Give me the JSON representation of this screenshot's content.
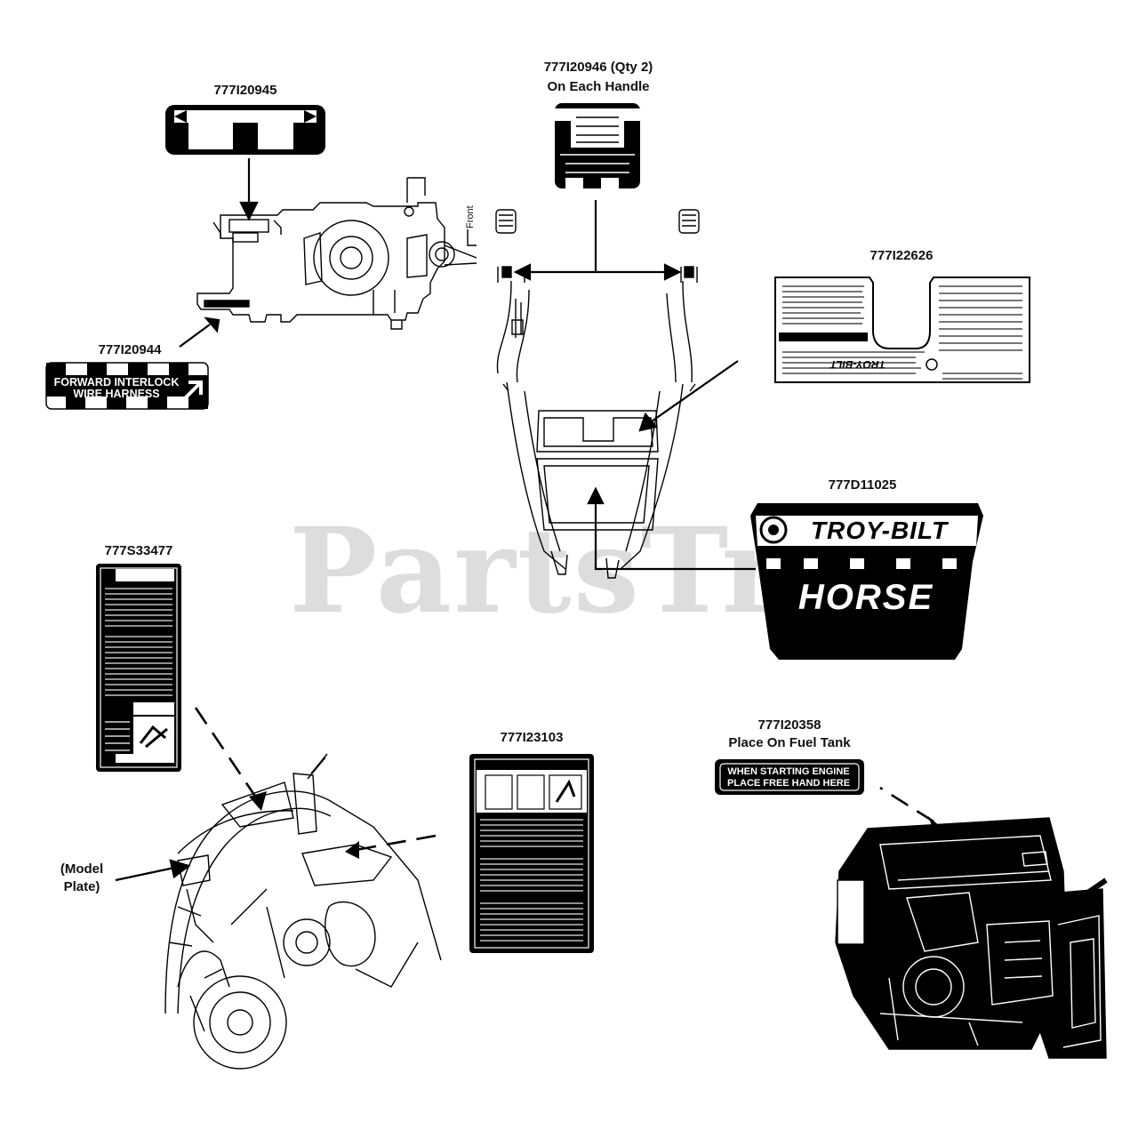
{
  "watermark": "PartsTree",
  "callouts": {
    "p20945": "777I20945",
    "p20946": "777I20946 (Qty 2)",
    "p20946_note": "On Each Handle",
    "p20944": "777I20944",
    "p22626": "777I22626",
    "d11025": "777D11025",
    "s33477": "777S33477",
    "p23103": "777I23103",
    "p20358": "777I20358",
    "p20358_note": "Place On Fuel Tank",
    "model_plate_1": "(Model",
    "model_plate_2": "Plate)"
  },
  "decals": {
    "harness_1": "FORWARD INTERLOCK",
    "harness_2": "WIRE HARNESS",
    "brand": "TROY-BILT",
    "model": "HORSE",
    "fuel_1": "WHEN STARTING ENGINE",
    "fuel_2": "PLACE FREE HAND HERE",
    "front_label": "Front"
  }
}
